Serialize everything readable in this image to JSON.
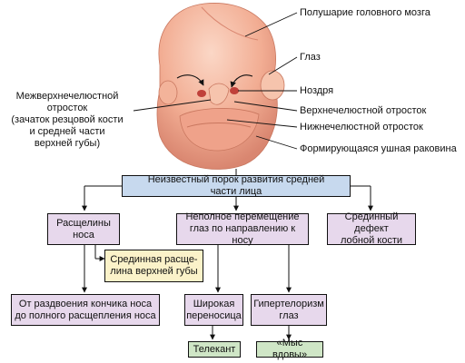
{
  "labels": {
    "hemisphere": "Полушарие головного мозга",
    "eye": "Глаз",
    "nostril": "Ноздря",
    "maxillary": "Верхнечелюстной отросток",
    "mandibular": "Нижнечелюстной отросток",
    "ear": "Формирующаяся ушная раковина",
    "intermaxillary": [
      "Межверхнечелюстной",
      "отросток",
      "(зачаток резцовой кости",
      "и средней части",
      "верхней губы)"
    ]
  },
  "boxes": {
    "root": [
      "Неизвестный порок развития средней",
      "части лица"
    ],
    "nose_cleft": [
      "Расщелины",
      "носа"
    ],
    "eye_shift": [
      "Неполное перемещение",
      "глаз по направлению к носу"
    ],
    "frontal_defect": [
      "Срединный дефект",
      "лобной кости"
    ],
    "lip_cleft": [
      "Срединная расще-",
      "лина верхней губы"
    ],
    "nose_split": [
      "От раздвоения кончика носа",
      "до полного расщепления носа"
    ],
    "wide_bridge": [
      "Широкая",
      "переносица"
    ],
    "hypertelorism": [
      "Гипертелоризм",
      "глаз"
    ],
    "telecanthus": "Телекант",
    "widows_peak": "«Мыс вдовы»"
  },
  "colors": {
    "root": "#c7d9ee",
    "category": "#e7d8ec",
    "sub": "#fbf2c9",
    "outcome": "#cfe6c6",
    "skin": "#f4b9a0",
    "skin_shadow": "#e0907a"
  }
}
